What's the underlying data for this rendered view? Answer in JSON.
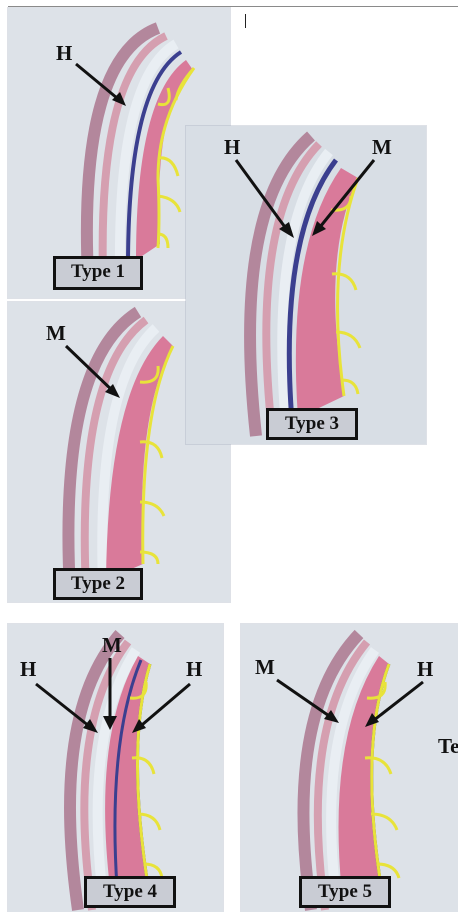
{
  "panels": [
    {
      "type_label": "Type 1",
      "labels": [
        "H"
      ]
    },
    {
      "type_label": "Type 2",
      "labels": [
        "M"
      ]
    },
    {
      "type_label": "Type 3",
      "labels": [
        "H",
        "M"
      ]
    },
    {
      "type_label": "Type 4",
      "labels": [
        "H",
        "M",
        "H"
      ]
    },
    {
      "type_label": "Type 5",
      "labels": [
        "M",
        "H"
      ]
    }
  ],
  "edge_text": "Te",
  "colors": {
    "panel_bg": "#dde2e8",
    "outer_band": "#c98aa2",
    "blue_layer": "#3b3f8f",
    "stroma_pink": "#d97a9a",
    "epithelium_yellow": "#e8e33a",
    "label_box": "#c9ccd4"
  }
}
